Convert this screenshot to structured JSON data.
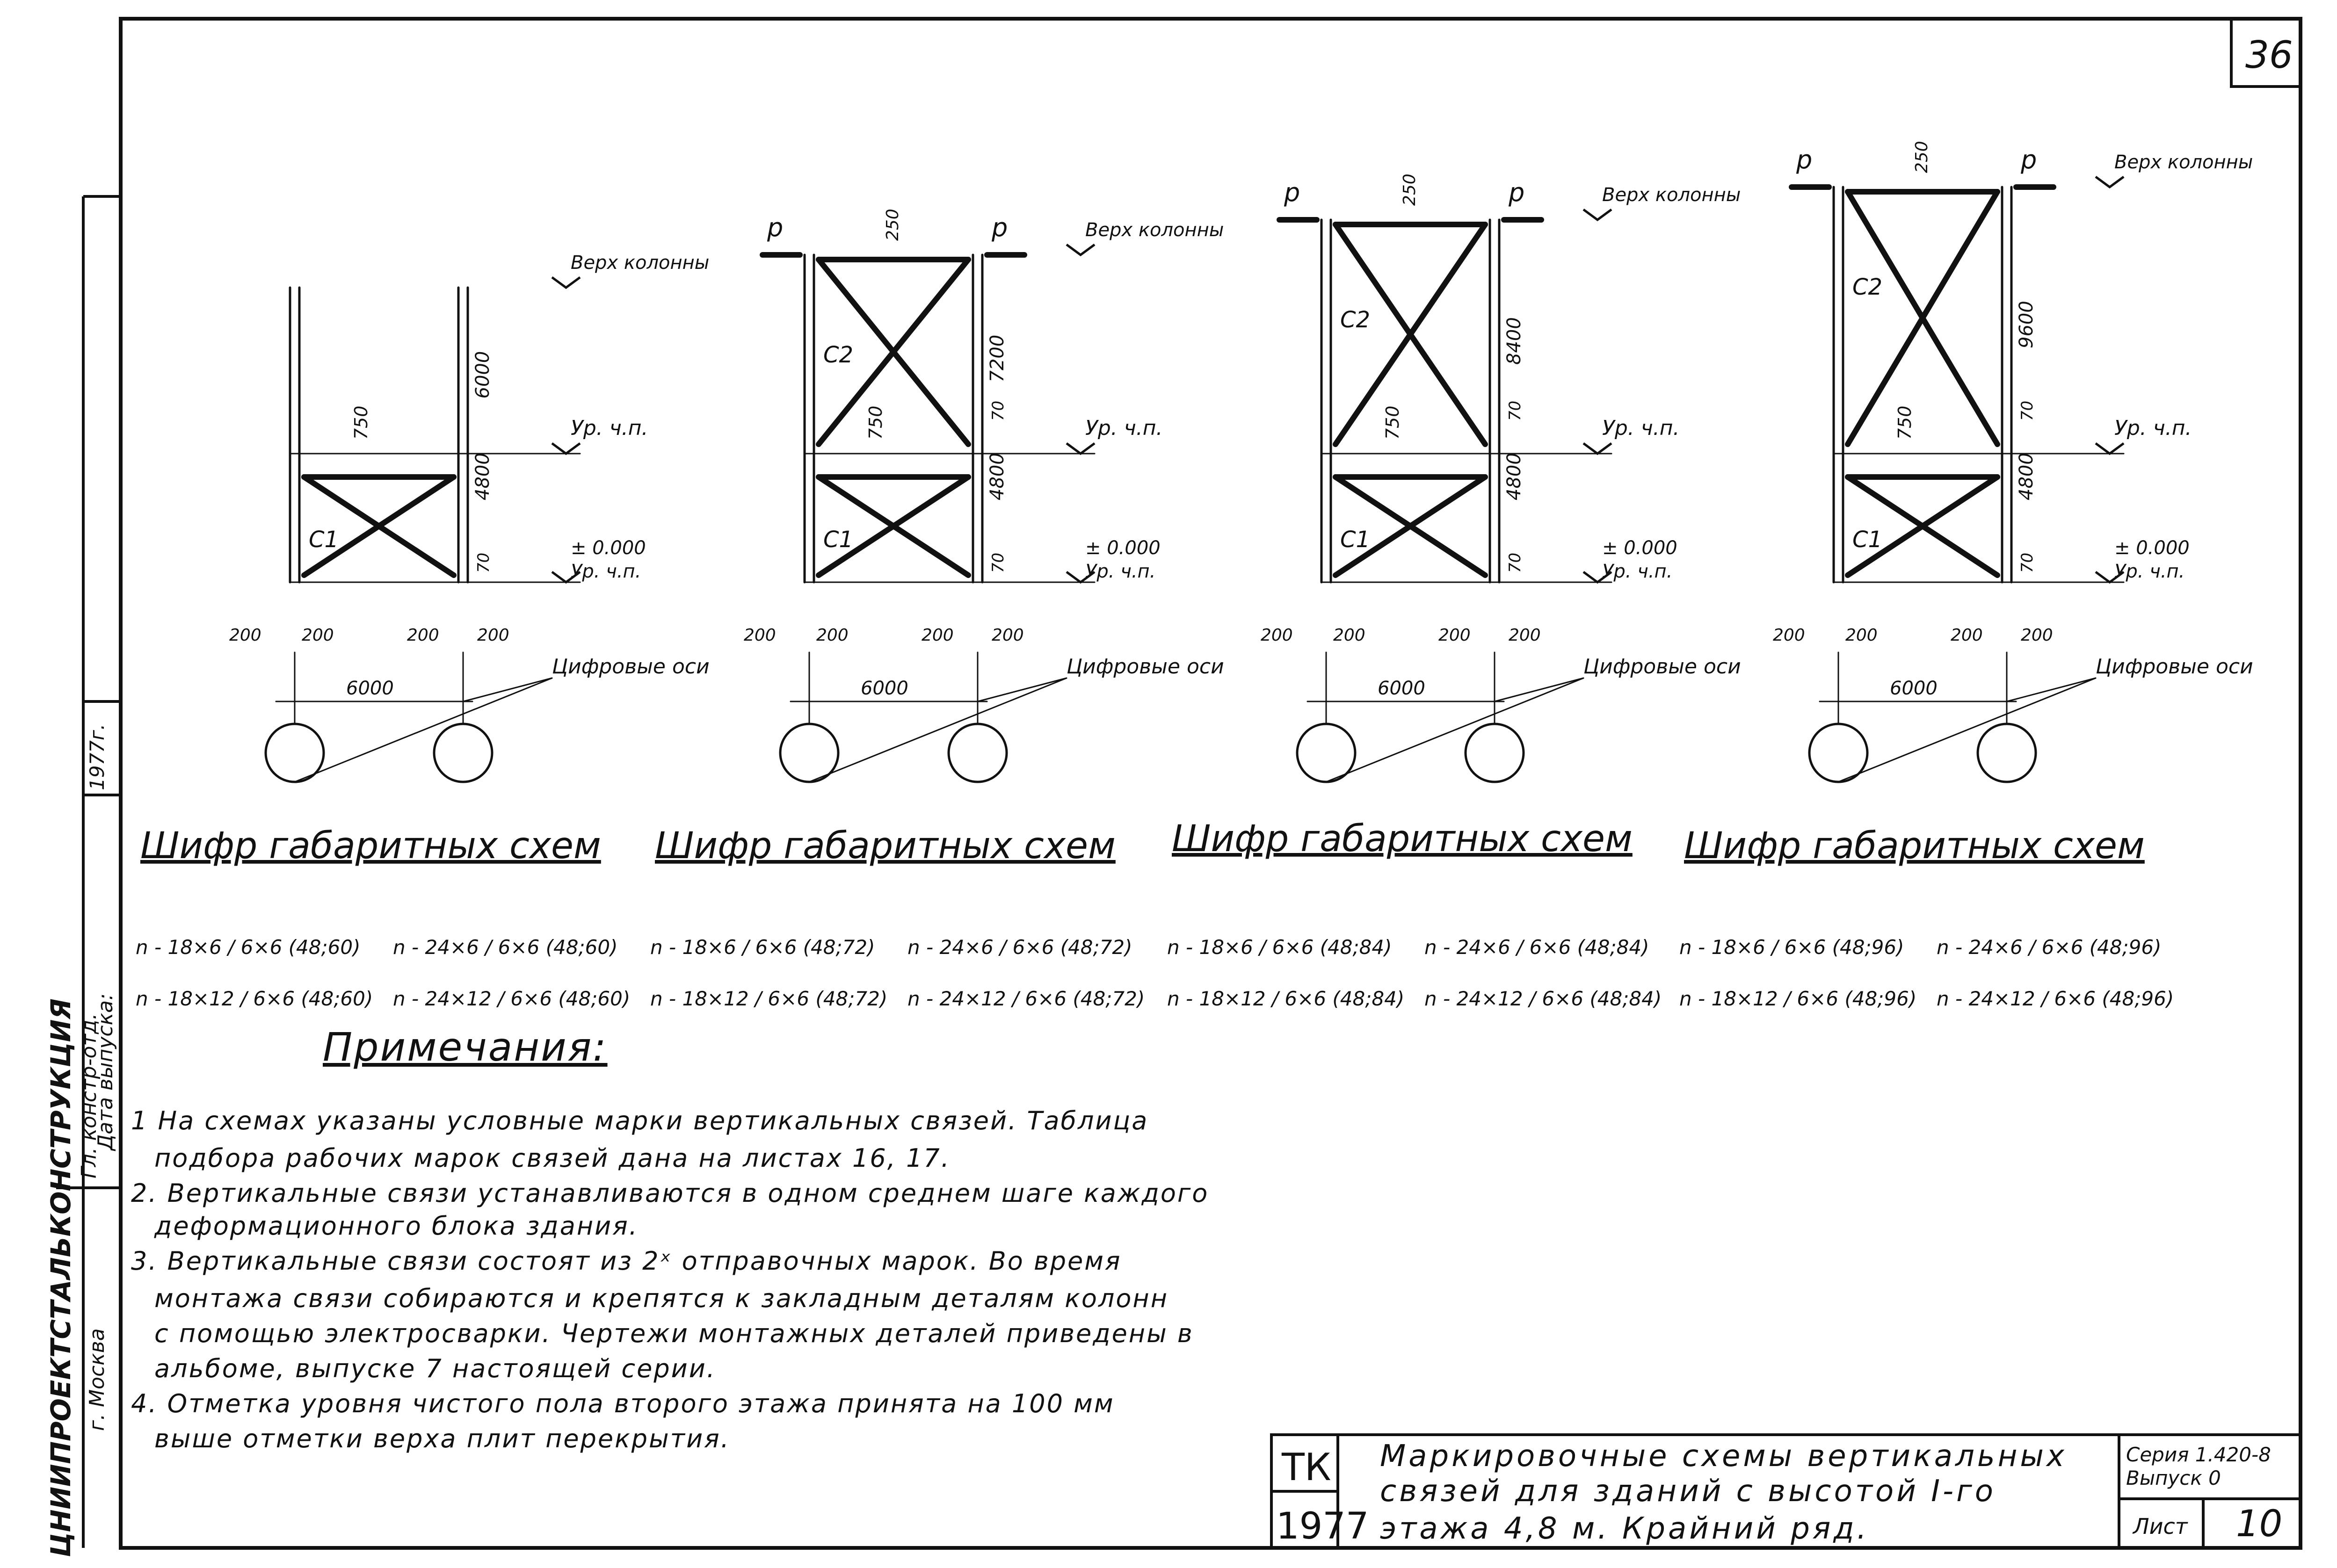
{
  "sheet_number": "36",
  "side_stamp": {
    "org": "ЦНИИПРОЕКТСТАЛЬКОНСТРУКЦИЯ",
    "city": "г. Москва",
    "role": "Гл. констр-отд.",
    "date_label": "Дата выпуска:",
    "year": "1977г."
  },
  "labels": {
    "top_of_column": "Верх колонны",
    "floor_level": "Ур. ч.п.",
    "zero_mark": "± 0.000",
    "digital_axes": "Цифровые оси",
    "p": "р",
    "bay": "6000",
    "offset": "200",
    "d250": "250",
    "d750": "750",
    "d70": "70",
    "d4800": "4800",
    "c1": "С1",
    "c2": "С2"
  },
  "frames": [
    {
      "height": "6000",
      "formulas": [
        "n - 18×6 / 6×6 (48;60)",
        "n - 24×6 / 6×6 (48;60)",
        "n - 18×12 / 6×6 (48;60)",
        "n - 24×12 / 6×6 (48;60)"
      ]
    },
    {
      "height": "7200",
      "formulas": [
        "n - 18×6 / 6×6 (48;72)",
        "n - 24×6 / 6×6 (48;72)",
        "n - 18×12 / 6×6 (48;72)",
        "n - 24×12 / 6×6 (48;72)"
      ]
    },
    {
      "height": "8400",
      "formulas": [
        "n - 18×6 / 6×6 (48;84)",
        "n - 24×6 / 6×6 (48;84)",
        "n - 18×12 / 6×6 (48;84)",
        "n - 24×12 / 6×6 (48;84)"
      ]
    },
    {
      "height": "9600",
      "formulas": [
        "n - 18×6 / 6×6 (48;96)",
        "n - 24×6 / 6×6 (48;96)",
        "n - 18×12 / 6×6 (48;96)",
        "n - 24×12 / 6×6 (48;96)"
      ]
    }
  ],
  "cipher_title": "Шифр габаритных схем",
  "notes": {
    "heading": "Примечания:",
    "lines": [
      "1 На схемах указаны условные марки вертикальных связей. Таблица",
      "подбора рабочих марок связей дана на листах 16, 17.",
      "2. Вертикальные связи устанавливаются в одном среднем шаге каждого",
      "деформационного блока здания.",
      "3. Вертикальные связи состоят из 2ˣ отправочных марок. Во время",
      "монтажа связи собираются и крепятся к закладным деталям колонн",
      "с помощью электросварки. Чертежи монтажных деталей приведены в",
      "альбоме, выпуске 7 настоящей серии.",
      "4. Отметка уровня чистого пола второго этажа принята на 100 мм",
      "выше отметки верха плит перекрытия."
    ]
  },
  "title_block": {
    "tk": "ТК",
    "year": "1977",
    "title_line1": "Маркировочные схемы вертикальных",
    "title_line2": "связей для зданий с высотой I-го",
    "title_line3": "этажа 4,8 м. Крайний ряд.",
    "series_label": "Серия 1.420-8",
    "issue_label": "Выпуск 0",
    "sheet_label": "Лист",
    "sheet_no": "10"
  }
}
